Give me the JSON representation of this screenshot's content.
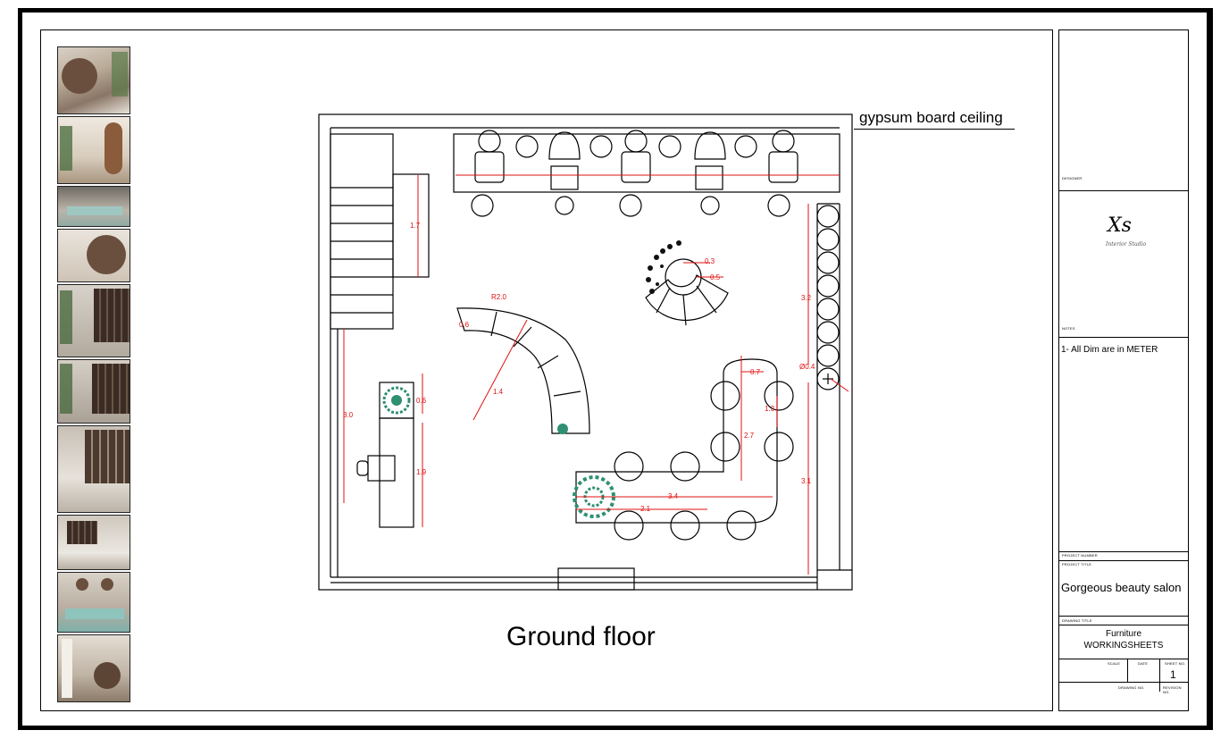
{
  "drawing": {
    "caption": "Ground floor",
    "ceiling_note": "gypsum board ceiling",
    "dimensions": [
      "1.7",
      "3.0",
      "0.6",
      "1.9",
      "R2.0",
      "0.6",
      "1.4",
      "0.3",
      "0.5",
      "3.2",
      "Ø0.4",
      "0.7",
      "1.3",
      "2.7",
      "3.4",
      "2.1",
      "3.1"
    ]
  },
  "title_block": {
    "designer_label": "DESIGNER",
    "logo_text": "Xs",
    "logo_subtext": "Interior Studio",
    "notes_label": "NOTES",
    "notes_text": "1- All Dim are in METER",
    "project_number_label": "PROJECT NUMBER",
    "project_title_label": "PROJECT TITLE",
    "project_title": "Gorgeous beauty salon",
    "drawing_title_label": "DRAWING TITLE",
    "drawing_title_line1": "Furniture",
    "drawing_title_line2": "WORKINGSHEETS",
    "scale_label": "SCALE",
    "date_label": "DATE",
    "sheet_no_label": "SHEET NO.",
    "sheet_no": "1",
    "drawing_no_label": "DRAWING NO.",
    "revision_label": "REVISION NO."
  },
  "colors": {
    "dimension": "#e01010",
    "plant": "#2e8f73",
    "line": "#000000"
  },
  "thumbnails": [
    "reception-render-1",
    "mirror-station-render",
    "wash-area-render",
    "reception-render-2",
    "shelving-render-1",
    "shelving-render-2",
    "shelving-render-3",
    "lounge-render",
    "wash-basin-render",
    "corridor-render"
  ]
}
